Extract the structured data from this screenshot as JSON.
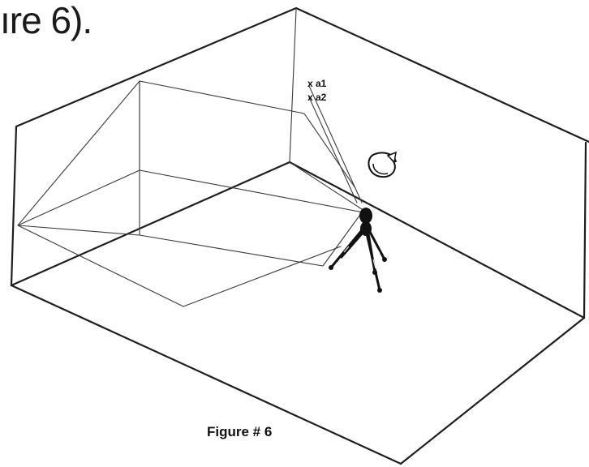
{
  "header": {
    "text_fragment": "ıre 6)."
  },
  "diagram": {
    "point_labels": [
      {
        "text": "x a1"
      },
      {
        "text": "x a2"
      }
    ],
    "caption": "Figure # 6",
    "icons": [
      "rotation-arrow-icon"
    ]
  }
}
